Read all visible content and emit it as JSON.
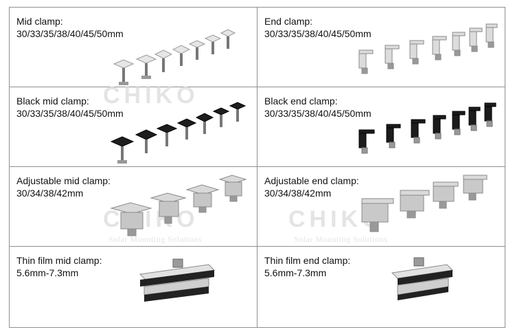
{
  "watermark": {
    "brand": "CHIKO",
    "tagline": "Solar Mounting Solutions"
  },
  "cells": [
    {
      "title": "Mid clamp:",
      "sizes": "30/33/35/38/40/45/50mm",
      "icon": "mid-clamp-series"
    },
    {
      "title": "End clamp:",
      "sizes": "30/33/35/38/40/45/50mm",
      "icon": "end-clamp-series"
    },
    {
      "title": "Black mid clamp:",
      "sizes": "30/33/35/38/40/45/50mm",
      "icon": "black-mid-clamp-series"
    },
    {
      "title": "Black end clamp:",
      "sizes": "30/33/35/38/40/45/50mm",
      "icon": "black-end-clamp-series"
    },
    {
      "title": "Adjustable mid clamp:",
      "sizes": "30/34/38/42mm",
      "icon": "adjustable-mid-clamp-series"
    },
    {
      "title": "Adjustable end clamp:",
      "sizes": "30/34/38/42mm",
      "icon": "adjustable-end-clamp-series"
    },
    {
      "title": "Thin film mid clamp:",
      "sizes": "5.6mm-7.3mm",
      "icon": "thin-film-mid-clamp"
    },
    {
      "title": "Thin film end clamp:",
      "sizes": "5.6mm-7.3mm",
      "icon": "thin-film-end-clamp"
    }
  ]
}
